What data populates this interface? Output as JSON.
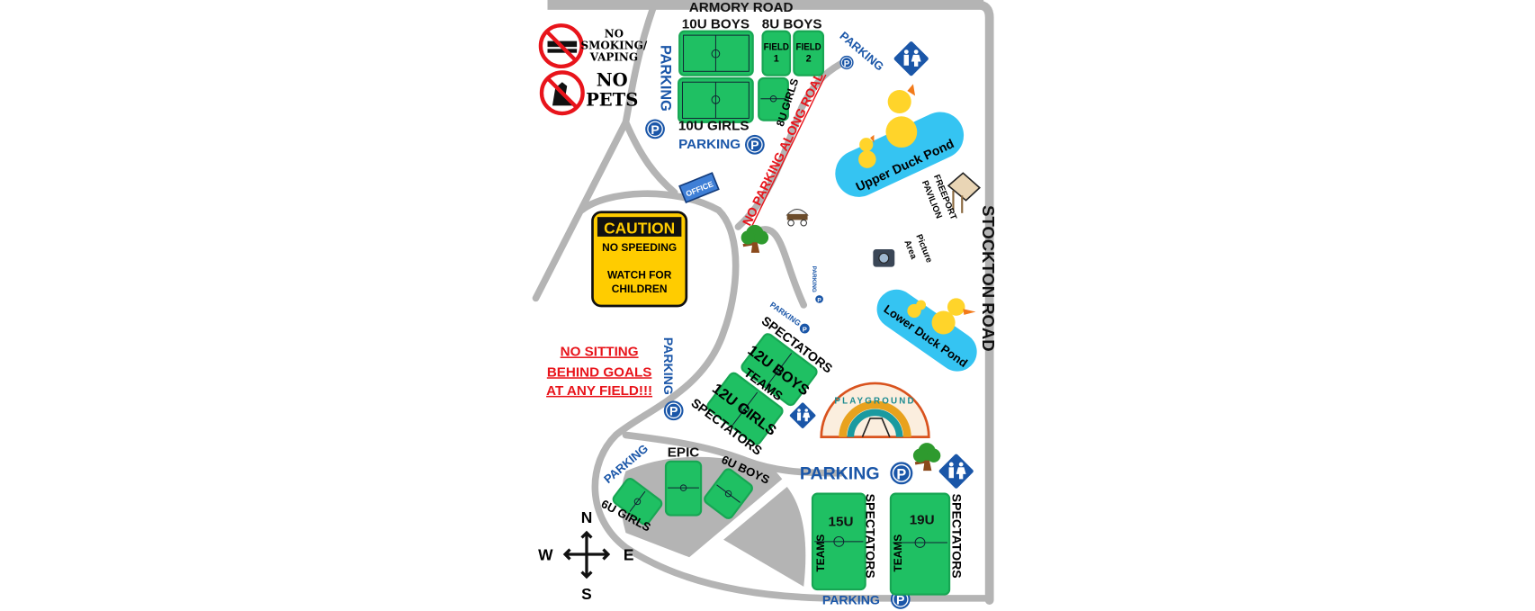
{
  "roads": {
    "armory": "ARMORY ROAD",
    "stockton": "STOCKTON ROAD",
    "no_parking": "NO PARKING ALONG ROAD"
  },
  "rules": {
    "no_smoking": [
      "NO",
      "SMOKING/",
      "VAPING"
    ],
    "no_pets": [
      "NO",
      "PETS"
    ],
    "caution": {
      "title": "CAUTION",
      "line1": "NO SPEEDING",
      "line2": "WATCH FOR",
      "line3": "CHILDREN"
    },
    "no_sitting": [
      "NO SITTING",
      "BEHIND GOALS",
      "AT ANY FIELD!!!"
    ]
  },
  "fields": {
    "u10_boys": "10U BOYS",
    "u8_boys": "8U BOYS",
    "field1": [
      "FIELD",
      "1"
    ],
    "field2": [
      "FIELD",
      "2"
    ],
    "u10_girls": "10U GIRLS",
    "u8_girls": "8U GIRLS",
    "u12_boys": "12U BOYS",
    "u12_girls": "12U GIRLS",
    "epic": "EPIC",
    "u6_boys": "6U BOYS",
    "u6_girls": "6U GIRLS",
    "u15": "15U",
    "u19": "19U",
    "spectators": "SPECTATORS",
    "teams": "TEAMS"
  },
  "parking": {
    "label": "PARKING",
    "symbol": "P"
  },
  "landmarks": {
    "office": "OFFICE",
    "upper_pond": "Upper Duck Pond",
    "lower_pond": "Lower Duck Pond",
    "pavilion": [
      "FREEPORT",
      "PAVILION"
    ],
    "picture_area": [
      "Picture",
      "Area"
    ],
    "playground": "PLAYGROUND"
  },
  "compass": {
    "n": "N",
    "s": "S",
    "e": "E",
    "w": "W"
  },
  "colors": {
    "field": "#1fc063",
    "parking": "#1a56a8",
    "road": "#b4b4b4",
    "pond": "#35c4f2",
    "warning": "#e8141b",
    "caution": "#ffcc00"
  }
}
